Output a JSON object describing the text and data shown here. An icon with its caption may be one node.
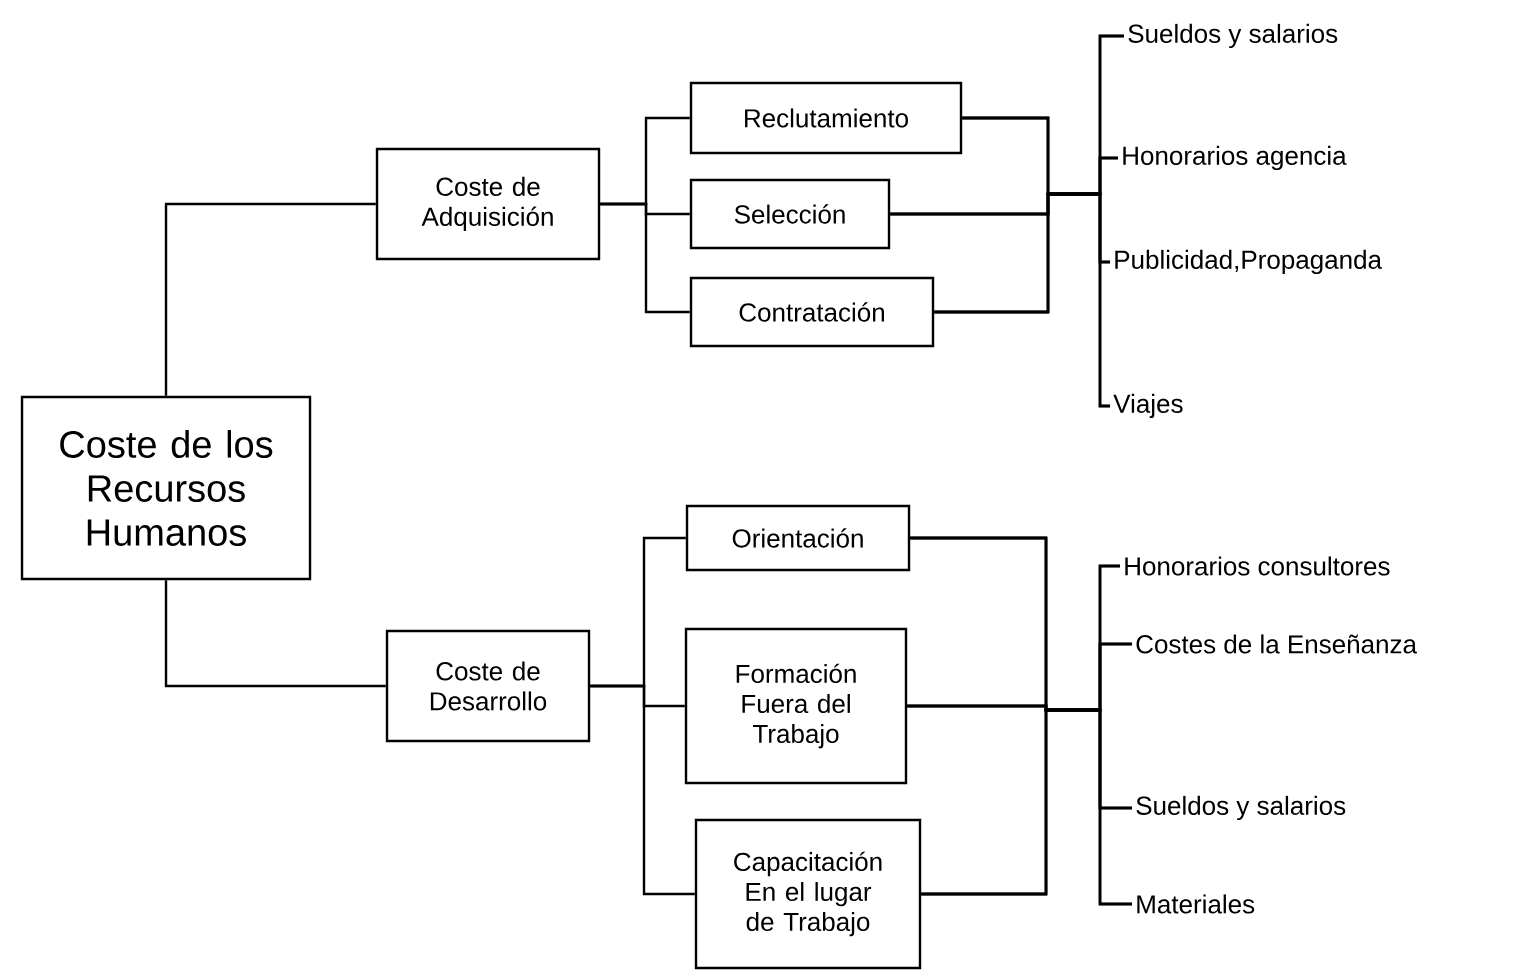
{
  "diagram": {
    "nodes": [
      {
        "text": [
          "Coste de los Recursos Humanos"
        ]
      },
      {
        "text": [
          "Coste de Adquisición"
        ]
      },
      {
        "text": [
          "Reclutamiento"
        ]
      },
      {
        "text": [
          "Selección"
        ]
      },
      {
        "text": [
          "Contratación"
        ]
      },
      {
        "text": [
          "Sueldos y salarios"
        ]
      },
      {
        "text": [
          "Honorarios agencia"
        ]
      },
      {
        "text": [
          "Publicidad,Propaganda"
        ]
      },
      {
        "text": [
          "Viajes"
        ]
      },
      {
        "text": [
          "Coste de Desarrollo"
        ]
      },
      {
        "text": [
          "Orientación"
        ]
      },
      {
        "text": [
          "Formación Fuera del Trabajo"
        ]
      },
      {
        "text": [
          "Capacitación En el lugar de Trabajo"
        ]
      },
      {
        "text": [
          "Honorarios consultores"
        ]
      },
      {
        "text": [
          "Costes de la Enseñanza"
        ]
      },
      {
        "text": [
          "Sueldos y salarios"
        ]
      },
      {
        "text": [
          "Materiales"
        ]
      }
    ],
    "edges": [
      {
        "from": 0,
        "to": 1,
        "arrow": "none"
      },
      {
        "from": 0,
        "to": 9,
        "arrow": "none"
      },
      {
        "from": 1,
        "to": 2,
        "arrow": "none"
      },
      {
        "from": 1,
        "to": 3,
        "arrow": "none"
      },
      {
        "from": 1,
        "to": 4,
        "arrow": "none"
      },
      {
        "from": 2,
        "to": 5,
        "arrow": "none"
      },
      {
        "from": 2,
        "to": 6,
        "arrow": "none"
      },
      {
        "from": 2,
        "to": 7,
        "arrow": "none"
      },
      {
        "from": 2,
        "to": 8,
        "arrow": "none"
      },
      {
        "from": 3,
        "to": 5,
        "arrow": "none"
      },
      {
        "from": 3,
        "to": 6,
        "arrow": "none"
      },
      {
        "from": 3,
        "to": 7,
        "arrow": "none"
      },
      {
        "from": 3,
        "to": 8,
        "arrow": "none"
      },
      {
        "from": 4,
        "to": 5,
        "arrow": "none"
      },
      {
        "from": 4,
        "to": 6,
        "arrow": "none"
      },
      {
        "from": 4,
        "to": 7,
        "arrow": "none"
      },
      {
        "from": 4,
        "to": 8,
        "arrow": "none"
      },
      {
        "from": 9,
        "to": 10,
        "arrow": "none"
      },
      {
        "from": 9,
        "to": 11,
        "arrow": "none"
      },
      {
        "from": 9,
        "to": 12,
        "arrow": "none"
      },
      {
        "from": 10,
        "to": 13,
        "arrow": "none"
      },
      {
        "from": 10,
        "to": 14,
        "arrow": "none"
      },
      {
        "from": 10,
        "to": 15,
        "arrow": "none"
      },
      {
        "from": 10,
        "to": 16,
        "arrow": "none"
      },
      {
        "from": 11,
        "to": 13,
        "arrow": "none"
      },
      {
        "from": 11,
        "to": 14,
        "arrow": "none"
      },
      {
        "from": 11,
        "to": 15,
        "arrow": "none"
      },
      {
        "from": 11,
        "to": 16,
        "arrow": "none"
      },
      {
        "from": 12,
        "to": 13,
        "arrow": "none"
      },
      {
        "from": 12,
        "to": 14,
        "arrow": "none"
      },
      {
        "from": 12,
        "to": 15,
        "arrow": "none"
      },
      {
        "from": 12,
        "to": 16,
        "arrow": "none"
      }
    ]
  }
}
